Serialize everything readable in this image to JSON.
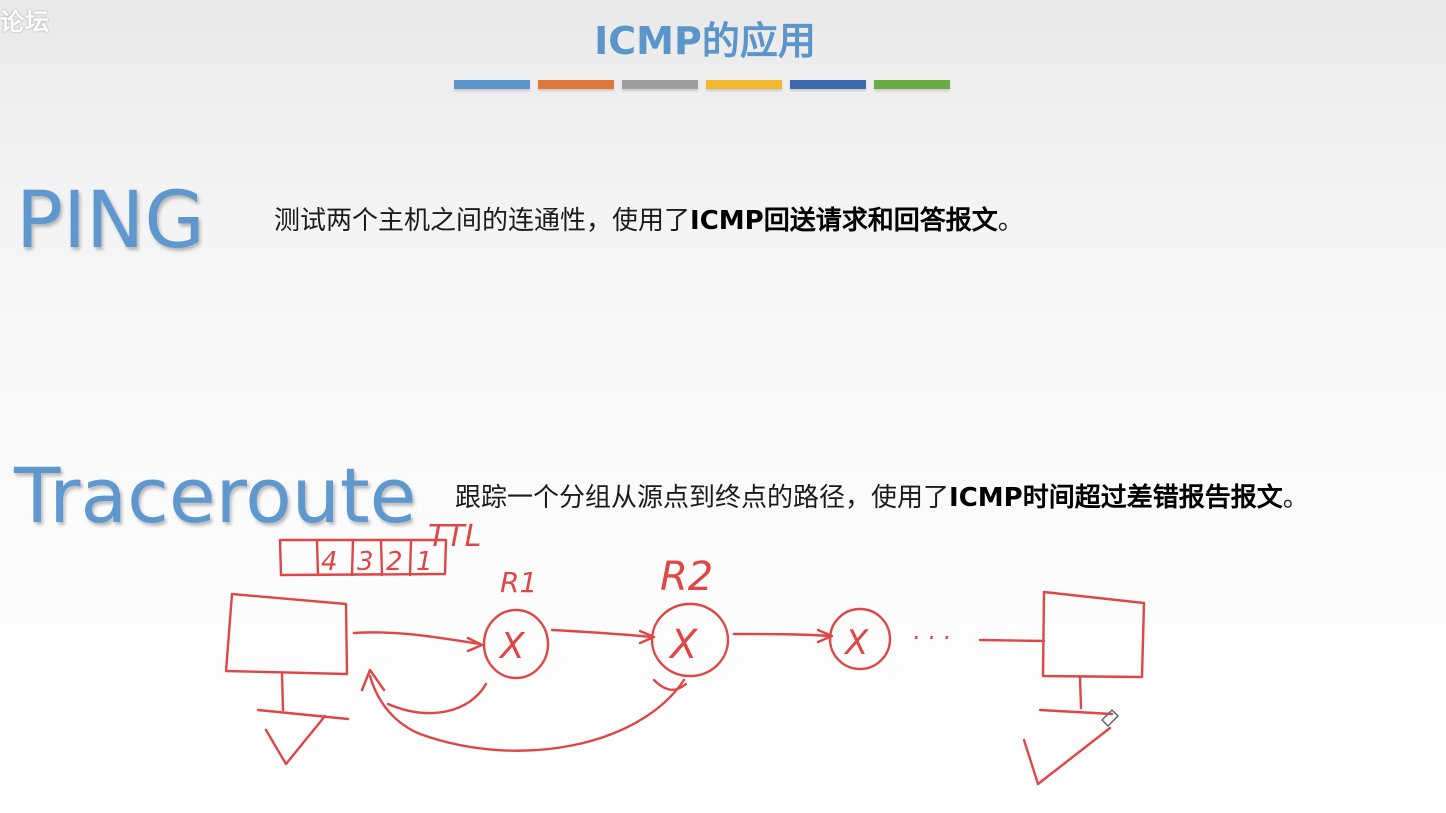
{
  "watermark": "论坛",
  "title": "ICMP的应用",
  "colors": {
    "title": "#5b95c9",
    "term": "#5f97cf",
    "sketch": "#df4646",
    "bars": [
      "#5b95c9",
      "#e0763a",
      "#9e9e9e",
      "#f2b92e",
      "#3e68b0",
      "#6aab45"
    ]
  },
  "ping": {
    "term": "PING",
    "desc_plain": "测试两个主机之间的连通性，使用了",
    "desc_bold": "ICMP回送请求和回答报文",
    "desc_end": "。"
  },
  "traceroute": {
    "term": "Traceroute",
    "desc_plain": "跟踪一个分组从源点到终点的路径，使用了",
    "desc_bold": "ICMP时间超过差错报告报文",
    "desc_end": "。"
  },
  "sketch": {
    "ttl_label": "TTL",
    "packets": [
      "4",
      "3",
      "2",
      "1"
    ],
    "router1_label": "R1",
    "router2_label": "R2",
    "router_mark": "X",
    "dots": "· · ·"
  }
}
